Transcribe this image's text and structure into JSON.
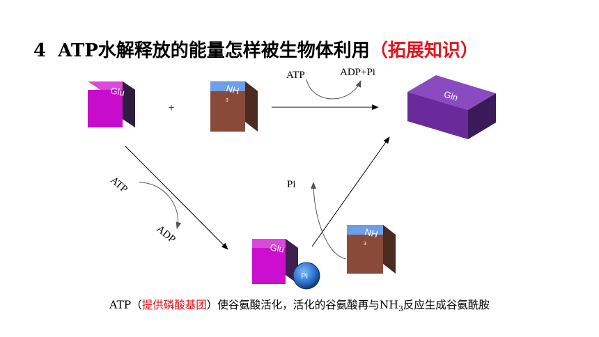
{
  "title": {
    "number": "4",
    "main": "ATP水解释放的能量怎样被生物体利用",
    "highlight": "（拓展知识）"
  },
  "colors": {
    "glu_cube": "#cc0fcf",
    "nh_cube": "#8a4a3a",
    "nh_top": "#5a8fe0",
    "gln_block": "#6a2a9a",
    "pi_ball": "#2f79d6",
    "red_text": "#e0141e"
  },
  "reaction_top": {
    "glu_label": "Glu",
    "plus": "+",
    "nh_label": "NH",
    "nh_sub": "3",
    "atp": "ATP",
    "adp_pi": "ADP+Pi",
    "gln_label": "Gln"
  },
  "path_lower": {
    "atp": "ATP",
    "adp": "ADP",
    "glu_label": "Glu",
    "pi_ball": "Pi",
    "pi_release": "Pi",
    "nh_label": "NH",
    "nh_sub": "3"
  },
  "caption": {
    "prefix": "ATP（",
    "red": "提供磷酸基团",
    "middle": "）使谷氨酸活化，活化的谷氨酸再与NH",
    "sub": "3",
    "suffix": "反应生成谷氨酰胺"
  }
}
